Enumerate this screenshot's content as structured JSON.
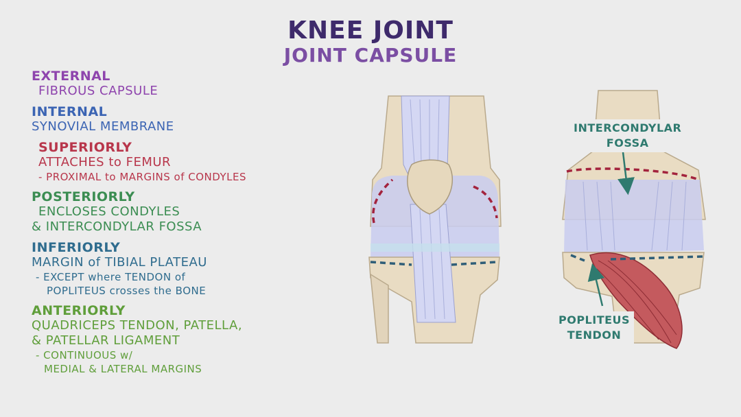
{
  "title": {
    "main": "KNEE JOINT",
    "sub": "JOINT CAPSULE"
  },
  "notes": {
    "external": {
      "heading": "EXTERNAL",
      "line1": "FIBROUS CAPSULE"
    },
    "internal": {
      "heading": "INTERNAL",
      "line1": "SYNOVIAL MEMBRANE"
    },
    "superiorly": {
      "heading": "SUPERIORLY",
      "line1": "ATTACHES to FEMUR",
      "sub1": "- PROXIMAL to MARGINS of CONDYLES"
    },
    "posteriorly": {
      "heading": "POSTERIORLY",
      "line1": "ENCLOSES CONDYLES",
      "line2": "& INTERCONDYLAR FOSSA"
    },
    "inferiorly": {
      "heading": "INFERIORLY",
      "line1": "MARGIN of TIBIAL PLATEAU",
      "sub1": "- EXCEPT where TENDON of",
      "sub2": "POPLITEUS crosses the BONE"
    },
    "anteriorly": {
      "heading": "ANTERIORLY",
      "line1": "QUADRICEPS TENDON, PATELLA,",
      "line2": "& PATELLAR LIGAMENT",
      "sub1": "- CONTINUOUS w/",
      "sub2": "MEDIAL & LATERAL MARGINS"
    }
  },
  "labels": {
    "fossa_line1": "INTERCONDYLAR",
    "fossa_line2": "FOSSA",
    "popliteus_line1": "POPLITEUS",
    "popliteus_line2": "TENDON"
  },
  "colors": {
    "bone": "#e9dcc3",
    "capsule": "#c9cdf0",
    "superior_line": "#a3233d",
    "inferior_line": "#2f5e78",
    "muscle": "#c45a5e",
    "label_green": "#2f7a6f"
  }
}
